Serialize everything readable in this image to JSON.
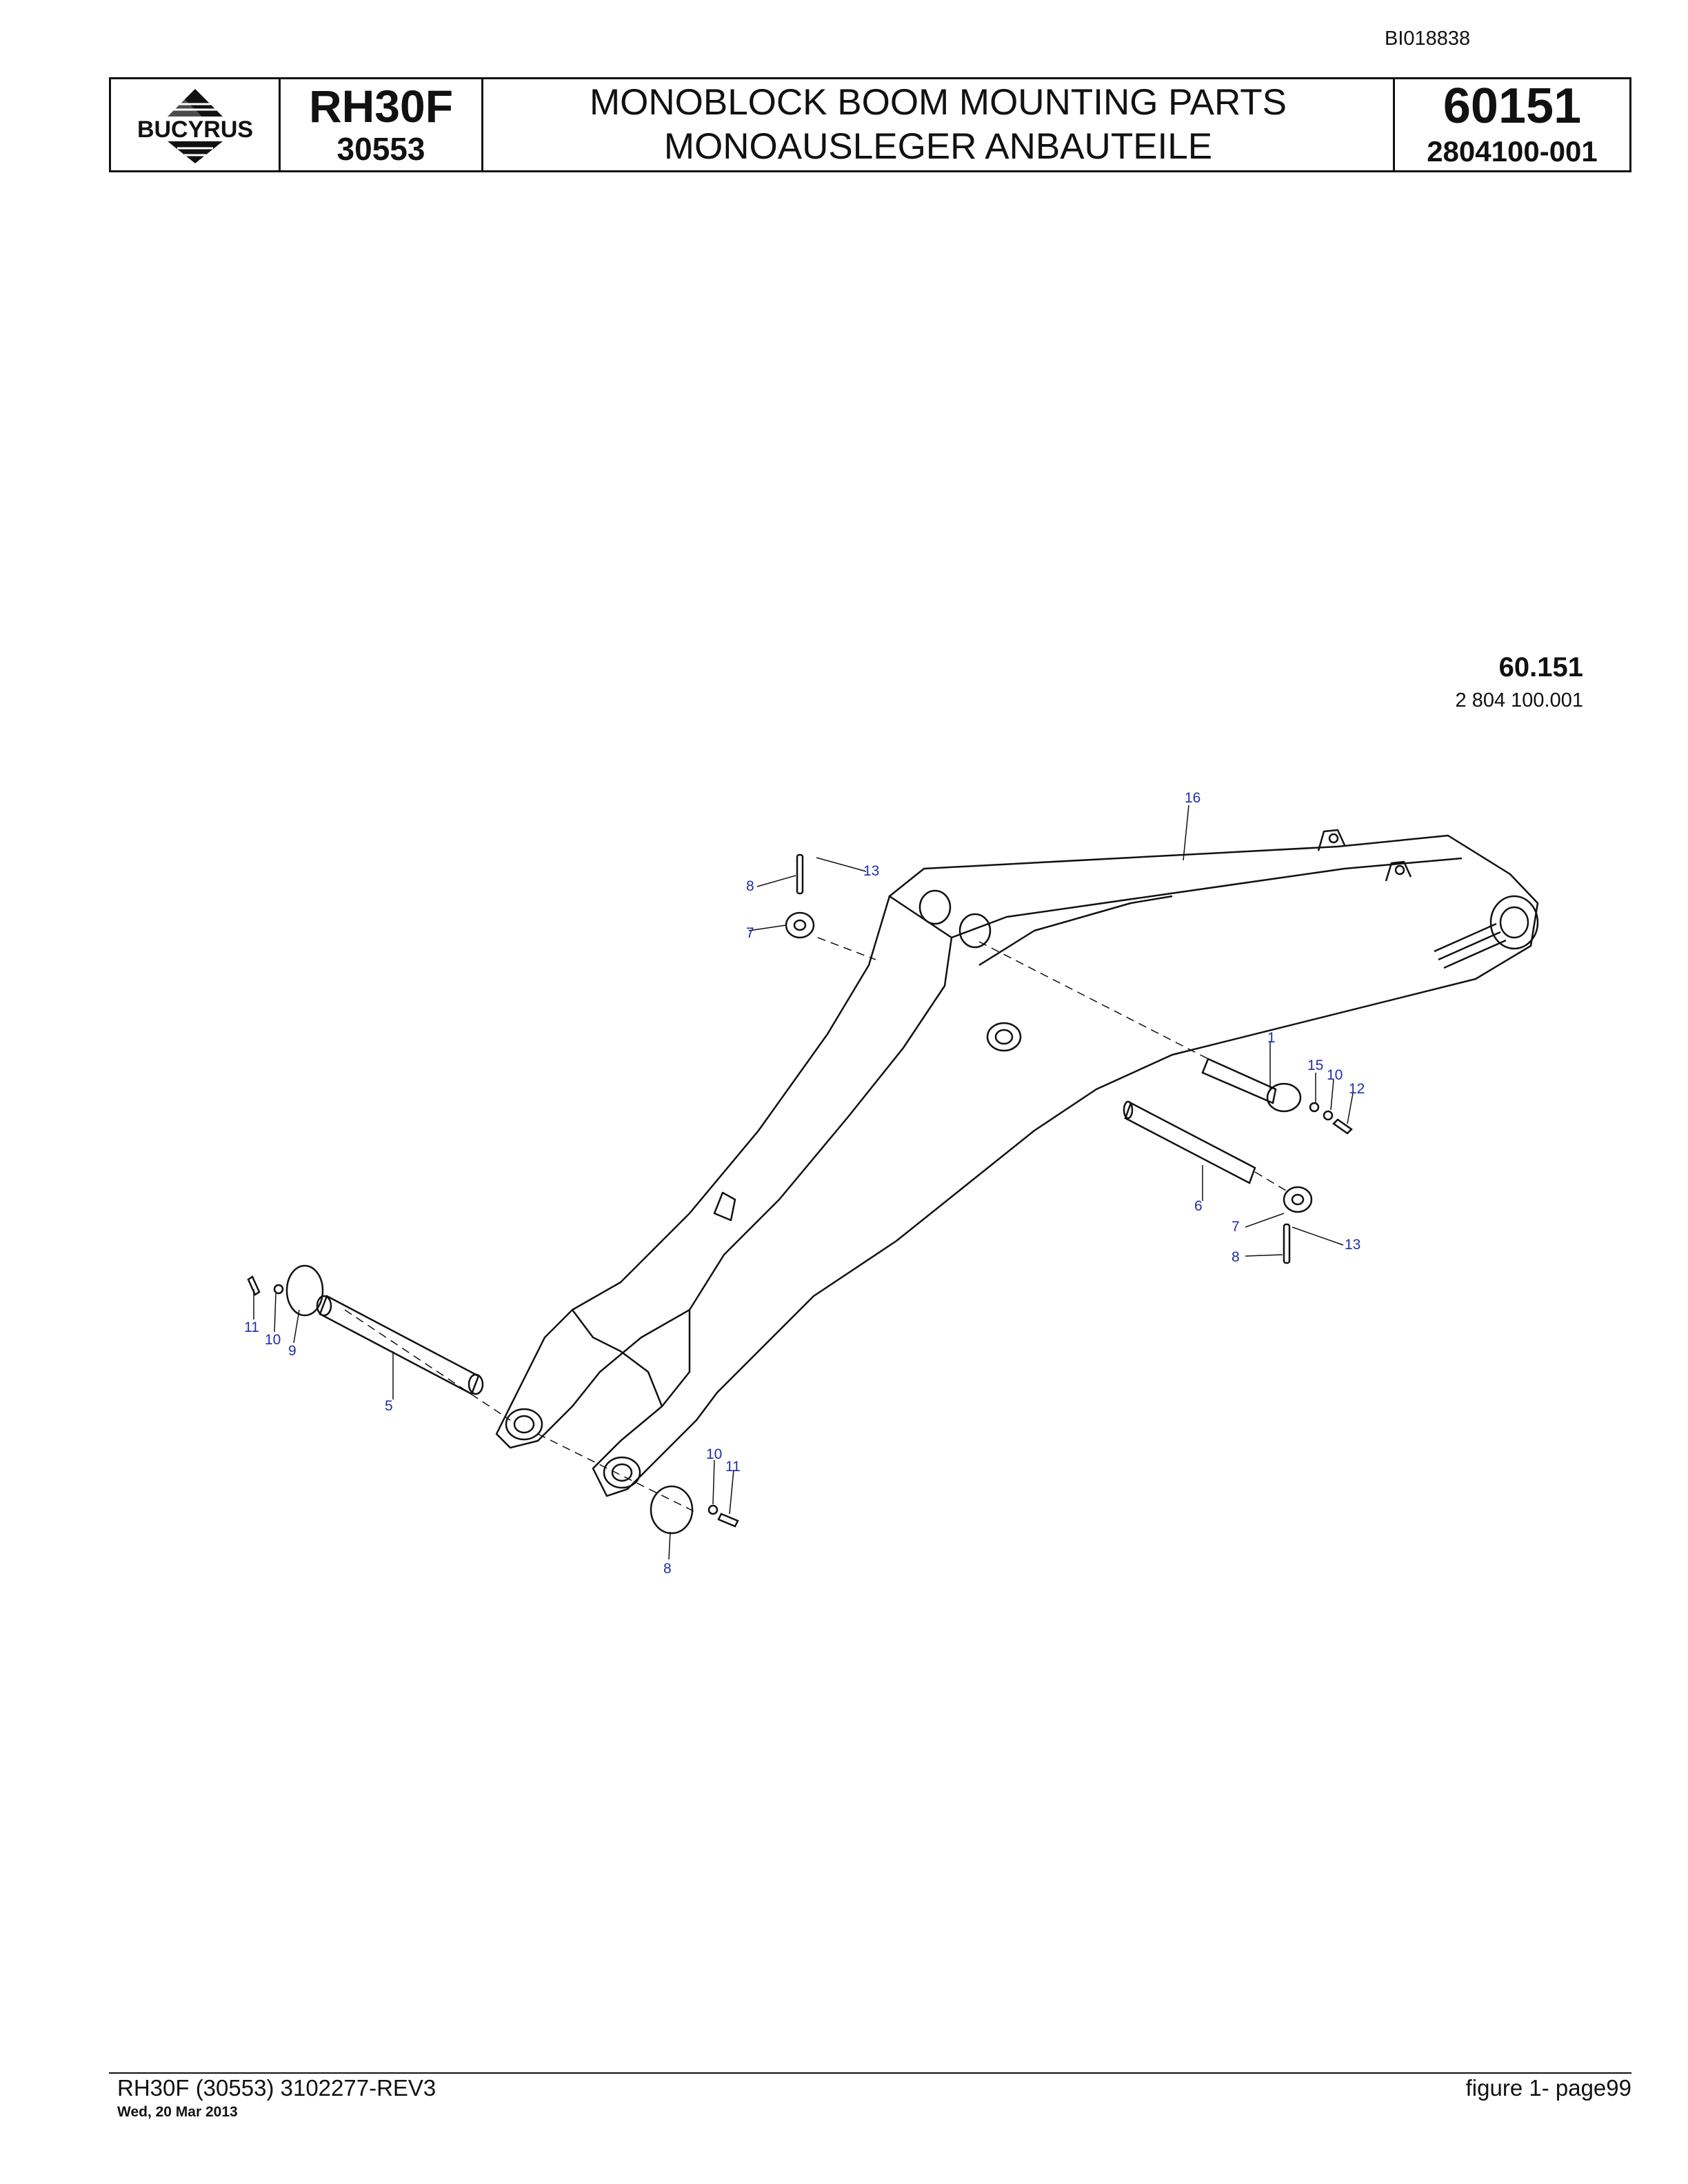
{
  "document_id": "BI018838",
  "header": {
    "logo_text": "BUCYRUS",
    "model": "RH30F",
    "serial": "30553",
    "title_en": "MONOBLOCK BOOM MOUNTING PARTS",
    "title_de": "MONOAUSLEGER ANBAUTEILE",
    "group_number": "60151",
    "part_number": "2804100-001"
  },
  "figure": {
    "code": "60.151",
    "part": "2 804 100.001",
    "callouts": [
      "16",
      "13",
      "8",
      "7",
      "1",
      "15",
      "10",
      "12",
      "6",
      "7",
      "13",
      "8",
      "11",
      "10",
      "9",
      "5",
      "10",
      "11",
      "8"
    ]
  },
  "footer": {
    "left": "RH30F (30553) 3102277-REV3",
    "date": "Wed, 20 Mar 2013",
    "right": "figure  1- page99"
  },
  "colors": {
    "callout": "#1f2fa8",
    "line": "#111111"
  }
}
